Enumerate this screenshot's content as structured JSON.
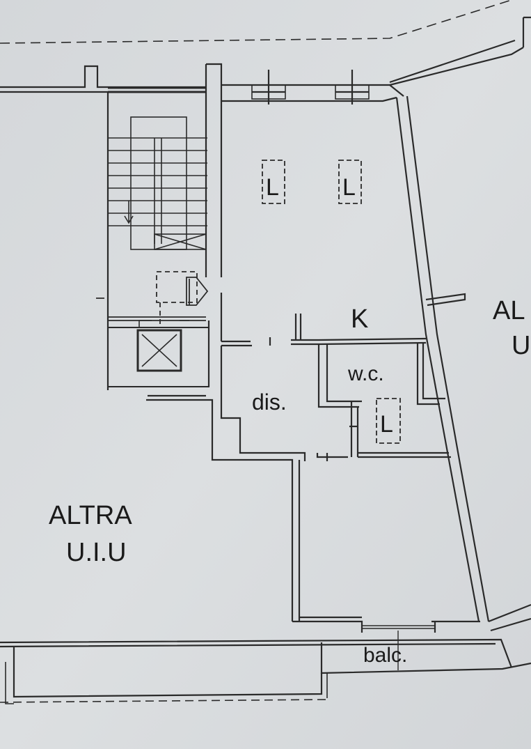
{
  "labels": {
    "altra_left_1": "ALTRA",
    "altra_left_2": "U.I.U",
    "altra_right_1": "AL",
    "altra_right_2": "U",
    "kitchen": "K",
    "wc": "w.c.",
    "dis": "dis.",
    "balc": "balc.",
    "window_l1": "L",
    "window_l2": "L",
    "window_l3": "L"
  },
  "colors": {
    "background": "#d9dcde",
    "wall": "#2a2a2a",
    "line": "#3a3a3a"
  }
}
